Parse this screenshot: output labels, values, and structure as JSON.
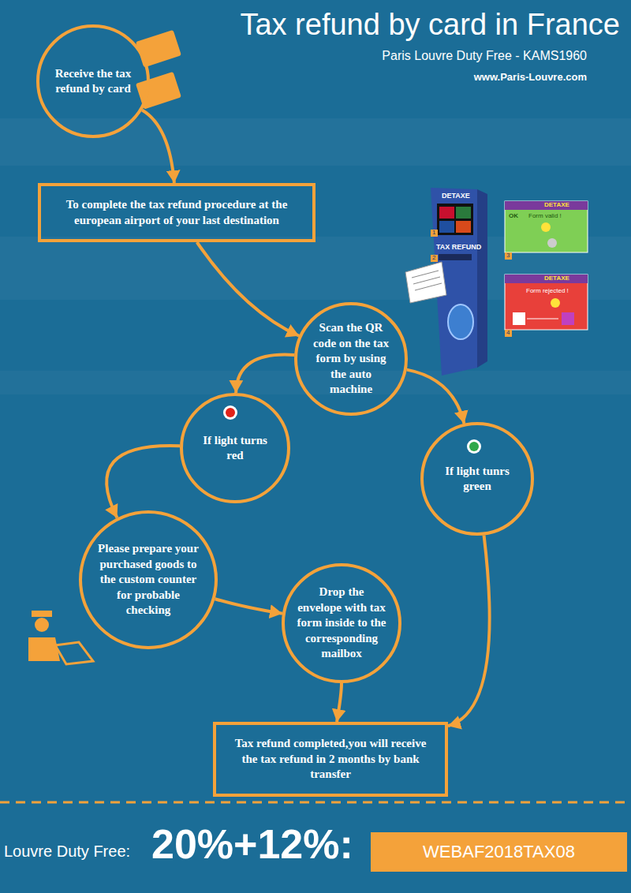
{
  "diagram": {
    "title": "Tax refund by card in France",
    "nodes": [
      {
        "text": [
          "Receive the tax refund by card"
        ]
      },
      {
        "text": [
          "To complete the tax refund procedure at the european airport of your last destination"
        ]
      },
      {
        "text": [
          "Scan the QR code on the tax form by using the auto machine"
        ]
      },
      {
        "text": [
          "If light turns red"
        ]
      },
      {
        "text": [
          "If light tunrs green"
        ]
      },
      {
        "text": [
          "Please prepare your purchased goods to the custom counter for probable checking"
        ]
      },
      {
        "text": [
          "Drop the envelope with tax form inside to the corresponding mailbox"
        ]
      },
      {
        "text": [
          "Tax refund completed,you will receive the tax refund in 2 months by bank transfer"
        ]
      },
      {
        "text": [
          "WEBAF2018TAX08"
        ]
      }
    ],
    "edges": [
      {
        "from": 0,
        "to": 1,
        "arrow": "to"
      },
      {
        "from": 1,
        "to": 2,
        "arrow": "to"
      },
      {
        "from": 2,
        "to": 3,
        "arrow": "to"
      },
      {
        "from": 2,
        "to": 4,
        "arrow": "to"
      },
      {
        "from": 3,
        "to": 5,
        "arrow": "to"
      },
      {
        "from": 5,
        "to": 6,
        "arrow": "to"
      },
      {
        "from": 6,
        "to": 7,
        "arrow": "to"
      },
      {
        "from": 4,
        "to": 7,
        "arrow": "to"
      }
    ],
    "labels": [
      "Paris Louvre Duty Free - KAMS1960",
      "www.Paris-Louvre.com",
      "DETAXE",
      "TAX REFUND",
      "1",
      "2",
      "DETAXE",
      "OK",
      "Form valid !",
      "3",
      "DETAXE",
      "Form rejected !",
      "4",
      "Louvre Duty Free:",
      "20%+12%:"
    ]
  }
}
